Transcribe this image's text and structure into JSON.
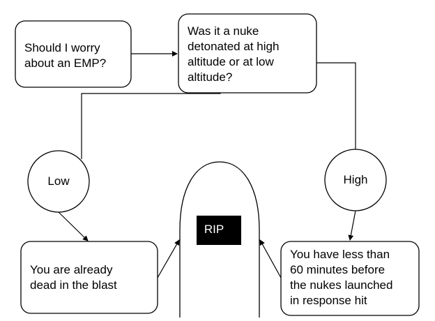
{
  "nodes": {
    "question_emp": "Should I worry\nabout an EMP?",
    "question_altitude": "Was it a nuke\ndetonated at high\naltitude or at low\naltitude?",
    "answer_low": "Low",
    "answer_high": "High",
    "outcome_low": "You are already\ndead in the blast",
    "outcome_high": "You have less than\n60 minutes before\nthe nukes launched\nin response hit",
    "tombstone_label": "RIP"
  }
}
